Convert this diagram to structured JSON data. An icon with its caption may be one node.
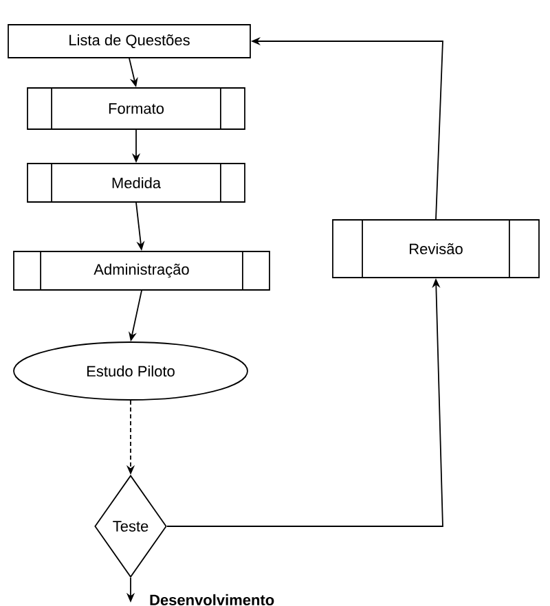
{
  "diagram": {
    "nodes": [
      {
        "text": [
          "Lista de Questões"
        ]
      },
      {
        "text": [
          "Formato"
        ]
      },
      {
        "text": [
          "Medida"
        ]
      },
      {
        "text": [
          "Administração"
        ]
      },
      {
        "text": [
          "Estudo Piloto"
        ]
      },
      {
        "text": [
          "Teste"
        ]
      },
      {
        "text": [
          "Revisão"
        ]
      }
    ],
    "edges": [
      {
        "from": 0,
        "to": 1,
        "arrow": "to"
      },
      {
        "from": 1,
        "to": 2,
        "arrow": "to"
      },
      {
        "from": 2,
        "to": 3,
        "arrow": "to"
      },
      {
        "from": 3,
        "to": 4,
        "arrow": "to"
      },
      {
        "from": 4,
        "to": 5,
        "arrow": "to",
        "style": "dashed"
      },
      {
        "from": 5,
        "to": 6,
        "arrow": "to"
      },
      {
        "from": 6,
        "to": 0,
        "arrow": "to"
      },
      {
        "from": 5,
        "to": null,
        "arrow": "to",
        "label": "Desenvolvimento"
      }
    ]
  }
}
